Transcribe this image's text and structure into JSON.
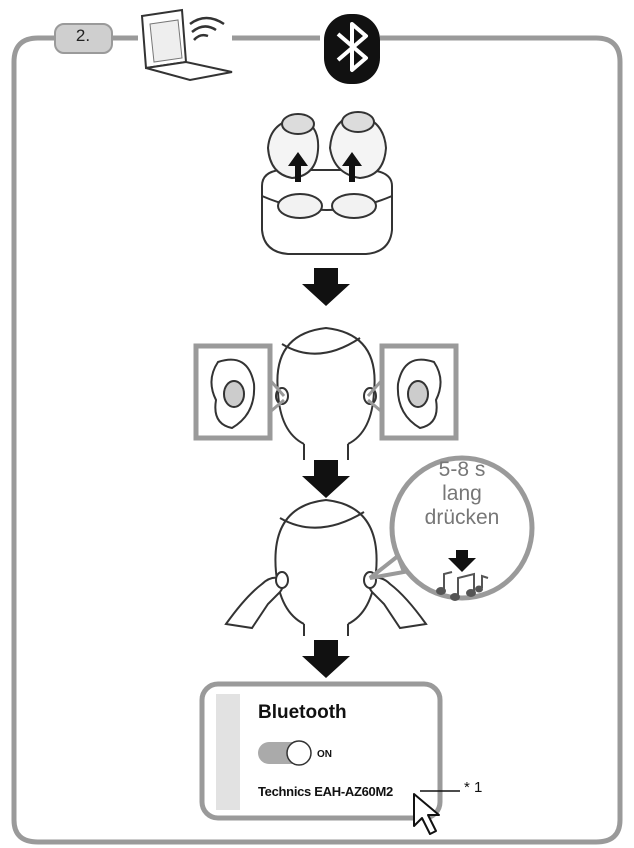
{
  "step": {
    "label": "2."
  },
  "hold_instruction": {
    "line1": "5-8 s",
    "line2": "lang",
    "line3": "drücken"
  },
  "bluetooth_screen": {
    "title": "Bluetooth",
    "toggle_state": "ON",
    "device_name": "Technics EAH-AZ60M2"
  },
  "footnote_marker": "* 1",
  "colors": {
    "frame": "#9a9a9a",
    "line": "#333333",
    "muted": "#777777",
    "arrow": "#111111"
  },
  "icons": [
    "laptop-icon",
    "wireless-signal-icon",
    "bluetooth-icon",
    "earbuds-case-icon",
    "down-arrow-icon",
    "ear-icon",
    "head-icon",
    "music-note-icon",
    "toggle-switch-icon",
    "cursor-arrow-icon"
  ]
}
